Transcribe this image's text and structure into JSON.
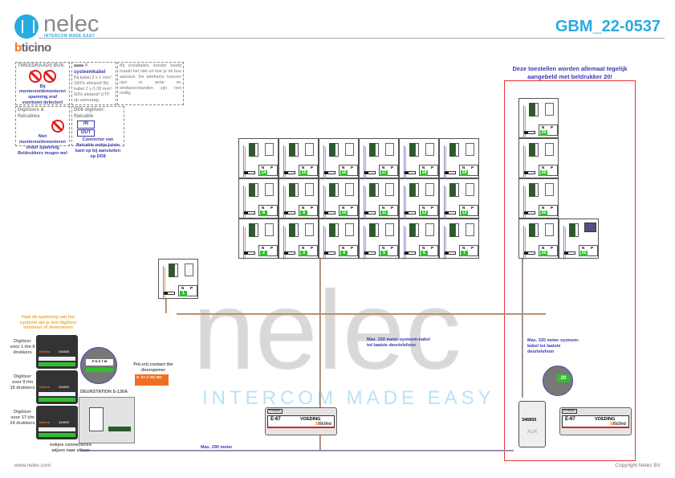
{
  "header": {
    "brand": "nelec",
    "tagline": "INTERCOM MADE EASY",
    "partner_brand_1": "b",
    "partner_brand_2": "ticino",
    "doc_id": "GBM_22-0537"
  },
  "notes": {
    "bus_title": "TWEEDRAADS BUS",
    "bus_warning": "Bij monteren/demonteren spanning eraf voorkomt defecten!",
    "cable_title": "= systeemkabel",
    "cable_text": "Bij kabel 2 x 1 mm²: 180% afstand! Bij kabel 2 x 0,28 mm²: 60% afstand! UTP op aanvraag.",
    "install_text": "Bij installaties zonder beeld maakt het niet uit hoe je de bus aansluit. De telefoons hoeven niet in serie en eindweerstanden zijn niet nodig.",
    "digitizer_title": "Digitizers & flatcables",
    "digitizer_warning": "Niet monteren/demonteren onder spanning Beldrukkers mogen wel",
    "dd8_title": "DD8 digitizer: flatcable",
    "dd8_in": "IN",
    "dd8_out": "OUT",
    "dd8_text": "Connector van flatcable nokje juiste kant op bij aansluiten op DD8"
  },
  "callouts": {
    "right_group": "Deze toestellen worden allemaal tegelijk aangebeld met beldrukker 20!",
    "power_warning": "Haal de spanning van het systeem als je een digitizer monteert of demonteert",
    "max320_mid": "Max. 320 meter systeem-kabel tot laatste deurtelefoon",
    "max320_right": "Max. 320 meter systeem-kabel tot laatste deurtelefoon",
    "max290": "Max. 290 meter",
    "pot_contact": "Pot.vrij contact tbv deuropener",
    "pot_terminals": "S-  S+ C  NC NO",
    "doorstation": "DEURSTATION S-130A",
    "connectors": "nokjes connectoren wijzen naar elkaar",
    "zoom_terms": "P N S T M"
  },
  "digitizers": [
    {
      "label": "Digitizer voor 1 t/m 8 drukkers",
      "code": "346830",
      "brand": "bticino"
    },
    {
      "label": "Digitizer voor 9 t/m 16 drukkers",
      "code": "346830",
      "brand": "bticino"
    },
    {
      "label": "Digitizer voor 17 t/m 24 drukkers",
      "code": "346830",
      "brand": "bticino"
    }
  ],
  "power_supplies": [
    {
      "name": "E-67",
      "label": "VOEDING",
      "primary": "PRIMAIR",
      "brand_b": "b",
      "brand": "ticino"
    },
    {
      "name": "E-67",
      "label": "VOEDING",
      "primary": "PRIMAIR",
      "brand_b": "b",
      "brand": "ticino"
    }
  ],
  "interface": {
    "code": "346850",
    "label": "AUX"
  },
  "phone_labels": {
    "n": "N",
    "p": "P"
  },
  "phones": {
    "grid": [
      [
        "14",
        "15",
        "16",
        "17",
        "18",
        "19"
      ],
      [
        "8",
        "9",
        "10",
        "11",
        "12",
        "13"
      ],
      [
        "2",
        "3",
        "4",
        "5",
        "6",
        "7"
      ]
    ],
    "standalone": "1",
    "right_column": [
      "20",
      "20",
      "20",
      "20"
    ],
    "right_video": "20",
    "zoom_number": "20"
  },
  "footer": {
    "website": "www.nelec.com",
    "copyright": "Copyright Nelec BV"
  },
  "colors": {
    "accent": "#29aae2",
    "bus_blue": "#8080d0",
    "bus_brown": "#c8a070",
    "warning_red": "#e21c1c",
    "title_blue": "#3a3ab0",
    "orange": "#f26f21"
  }
}
